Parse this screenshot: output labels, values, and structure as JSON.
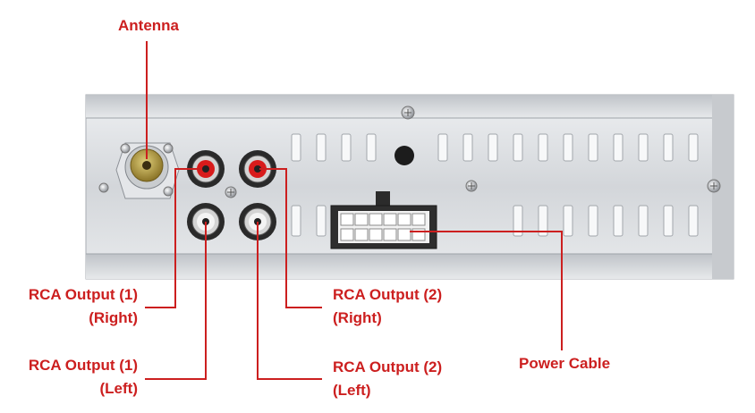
{
  "labels": {
    "antenna": "Antenna",
    "rca1_right": [
      "RCA Output (1)",
      "(Right)"
    ],
    "rca1_left": [
      "RCA Output (1)",
      "(Left)"
    ],
    "rca2_right": [
      "RCA Output (2)",
      "(Right)"
    ],
    "rca2_left": [
      "RCA Output (2)",
      "(Left)"
    ],
    "power": "Power Cable"
  },
  "colors": {
    "label": "#cc1f1f",
    "leader_line": "#cc1f1f",
    "rca_red": "#d81b1b",
    "rca_white": "#f4f4f4",
    "antenna_socket": "#b59a3c",
    "panel": "#d6d8dc"
  }
}
